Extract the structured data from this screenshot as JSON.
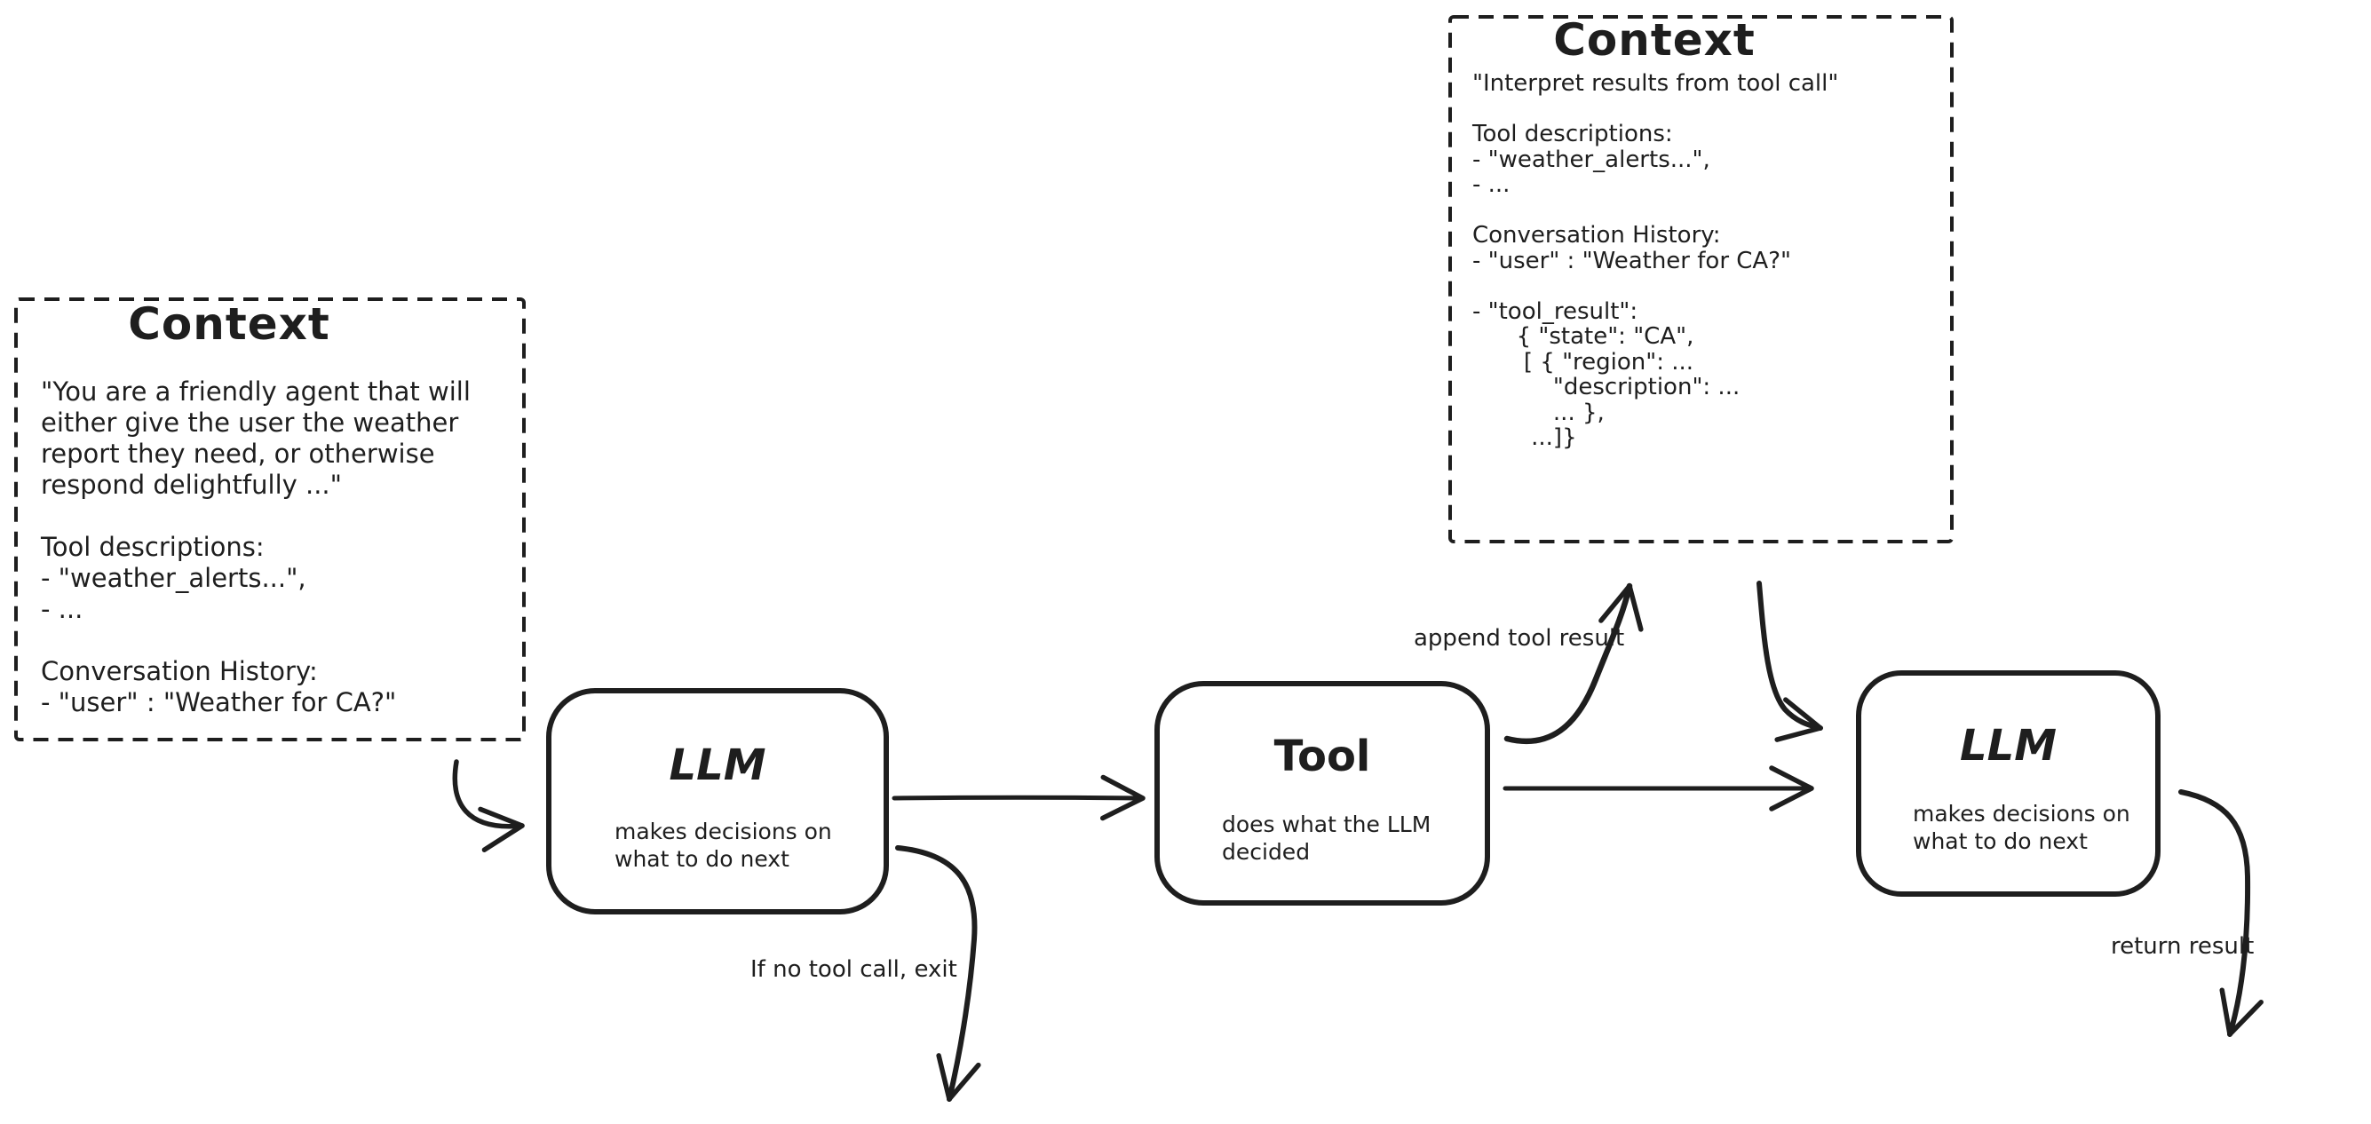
{
  "colors": {
    "ink": "#1e1e1e",
    "background": "#ffffff"
  },
  "boxes": {
    "context_initial": {
      "title": "Context",
      "body": "\"You are a friendly agent that will\neither give the user the weather\nreport they need, or otherwise\nrespond delightfully ...\"\n\nTool descriptions:\n- \"weather_alerts...\",\n- ...\n\nConversation History:\n- \"user\" : \"Weather for CA?\""
    },
    "context_updated": {
      "title": "Context",
      "body": "\"Interpret results from tool call\"\n\nTool descriptions:\n- \"weather_alerts...\",\n- ...\n\nConversation History:\n- \"user\" : \"Weather for CA?\"\n\n- \"tool_result\":\n      { \"state\": \"CA\",\n       [ { \"region\": ...\n           \"description\": ...\n           ... },\n        ...]}"
    },
    "llm_first": {
      "title": "LLM",
      "subtitle": "makes decisions on\nwhat to do next"
    },
    "tool": {
      "title": "Tool",
      "subtitle": "does what the LLM\ndecided"
    },
    "llm_second": {
      "title": "LLM",
      "subtitle": "makes decisions on\nwhat to do next"
    }
  },
  "labels": {
    "append_tool_result": "append tool result",
    "no_tool_call_exit": "If no tool call, exit",
    "return_result": "return result"
  }
}
